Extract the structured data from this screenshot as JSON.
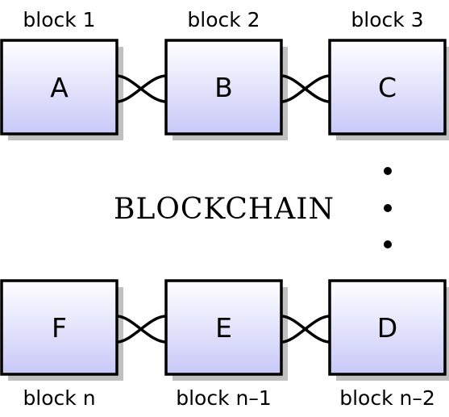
{
  "title": "BLOCKCHAIN",
  "colors": {
    "block_fill_top": "#ffffff",
    "block_fill_bottom": "#c8c8f8",
    "block_border": "#000000",
    "shadow": "#c0c0c0",
    "link": "#000000",
    "dots": "#000000"
  },
  "blocks": [
    {
      "letter": "A",
      "caption": "block 1"
    },
    {
      "letter": "B",
      "caption": "block 2"
    },
    {
      "letter": "C",
      "caption": "block 3"
    },
    {
      "letter": "F",
      "caption": "block n"
    },
    {
      "letter": "E",
      "caption": "block n–1"
    },
    {
      "letter": "D",
      "caption": "block n–2"
    }
  ],
  "links": [
    {
      "from": "A",
      "to": "B"
    },
    {
      "from": "B",
      "to": "C"
    },
    {
      "from": "F",
      "to": "E"
    },
    {
      "from": "E",
      "to": "D"
    }
  ],
  "continuation": "vertical-ellipsis"
}
